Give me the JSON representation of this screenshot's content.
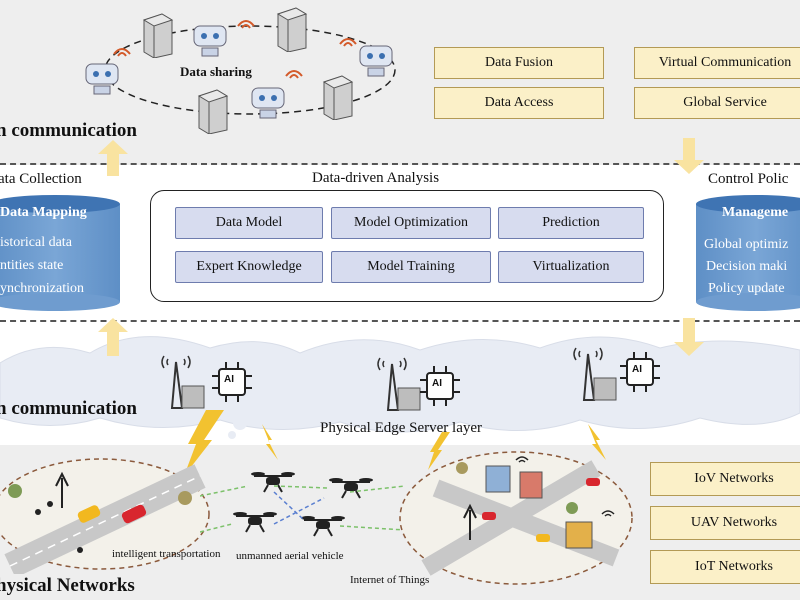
{
  "top_layer": {
    "title": "n communication",
    "data_sharing_label": "Data sharing",
    "buttons": [
      "Data Fusion",
      "Data Access",
      "Virtual Communication",
      "Global Service"
    ]
  },
  "analysis_layer": {
    "left_title": "ata Collection",
    "center_title": "Data-driven Analysis",
    "right_title": "Control Polic",
    "left_store": {
      "title": "Data Mapping",
      "items": [
        "istorical data",
        "ntities state",
        "ynchronization"
      ]
    },
    "right_store": {
      "title": "Manageme",
      "items": [
        "Global optimiz",
        "Decision maki",
        "Policy update"
      ]
    },
    "analysis_boxes": [
      "Data Model",
      "Model Optimization",
      "Prediction",
      "Expert Knowledge",
      "Model Training",
      "Virtualization"
    ]
  },
  "edge_layer": {
    "title": "n communication",
    "server_label": "Physical Edge Server layer",
    "ai_chip_text": "AI"
  },
  "physical_layer": {
    "title": "hysical Networks",
    "captions": [
      "intelligent transportation",
      "unmanned aerial vehicle",
      "Internet of Things"
    ],
    "network_boxes": [
      "IoV Networks",
      "UAV Networks",
      "IoT Networks"
    ]
  },
  "colors": {
    "tan_fill": "#fbf0c8",
    "blue_fill": "#d7dcef",
    "cylinder_blue": "#5e8fc6",
    "arrow_yellow": "#f9e3a0",
    "lightning_yellow": "#f2c230",
    "ellipse_brown": "#8b5a3c"
  }
}
